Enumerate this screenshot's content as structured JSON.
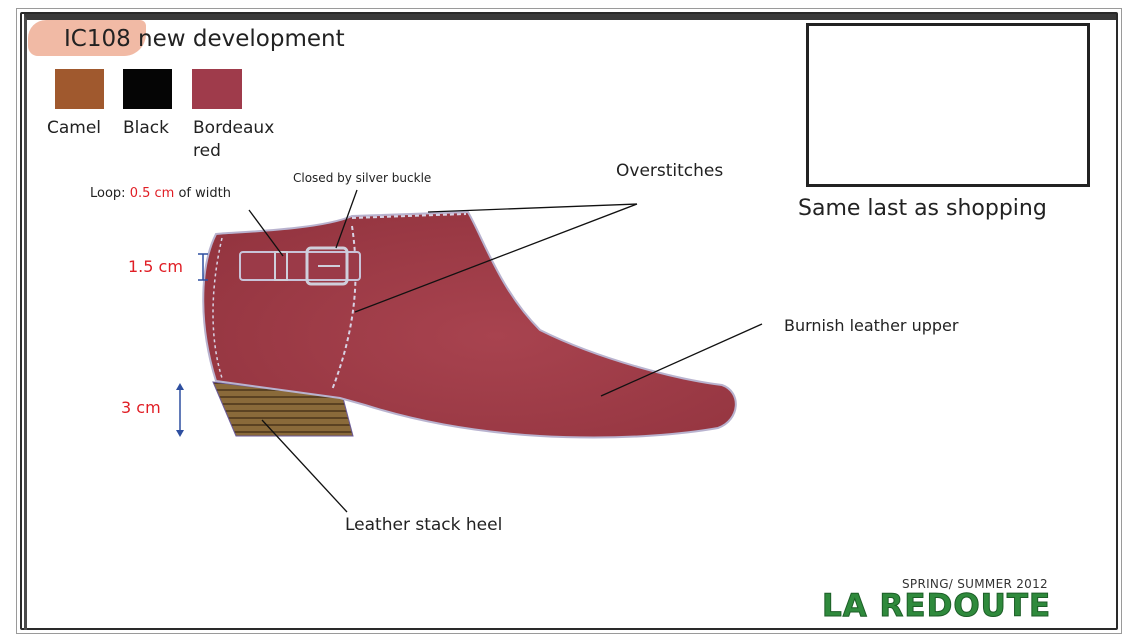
{
  "title": "IC108  new development",
  "colors": [
    {
      "label": "Camel",
      "hex": "#a0592e"
    },
    {
      "label": "Black",
      "hex": "#050505"
    },
    {
      "label": "Bordeaux red",
      "hex": "#9f3b4b"
    }
  ],
  "annotations": {
    "loop_prefix": "Loop: ",
    "loop_value": "0.5 cm",
    "loop_suffix": " of width",
    "buckle": "Closed by silver buckle",
    "overstitches": "Overstitches",
    "upper": "Burnish leather upper",
    "heel": "Leather stack heel",
    "dim_strap": "1.5 cm",
    "dim_heel": "3 cm"
  },
  "reference": {
    "caption": "Same last as shopping"
  },
  "footer": {
    "season": "SPRING/ SUMMER 2012",
    "brand": "LA REDOUTE"
  },
  "palette": {
    "boot": "#9b3a48",
    "stitch": "#d8d2e4",
    "heel": "#8a6a3a",
    "dimension_line": "#2d4fa0",
    "brand_green": "#2f8a3c",
    "accent_red": "#e01e25"
  }
}
